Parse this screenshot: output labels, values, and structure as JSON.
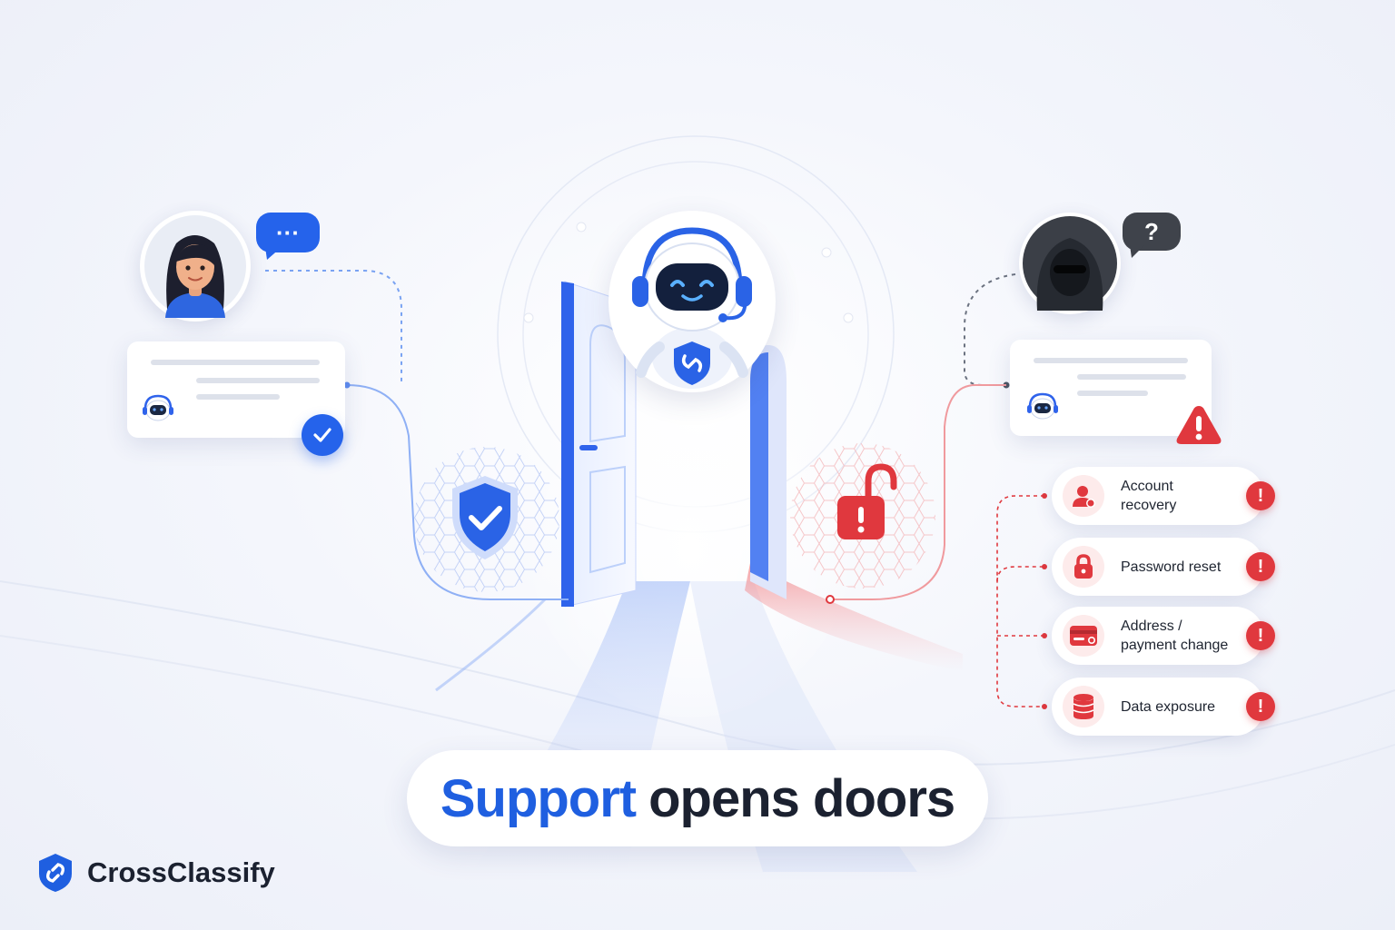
{
  "colors": {
    "accent": "#1f5fe0",
    "danger": "#e0383e",
    "text": "#1b2130"
  },
  "left_user": {
    "avatar_icon": "woman-avatar-icon",
    "bubble_text": "···",
    "badge_icon": "check-icon"
  },
  "right_user": {
    "avatar_icon": "hooded-attacker-icon",
    "bubble_text": "?",
    "badge_icon": "warning-icon"
  },
  "center": {
    "icon": "support-robot-icon",
    "door_icon": "open-door-icon"
  },
  "risks": [
    {
      "label": "Account\nrecovery",
      "icon": "user-icon",
      "alert": "!"
    },
    {
      "label": "Password reset",
      "icon": "lock-icon",
      "alert": "!"
    },
    {
      "label": "Address /\npayment change",
      "icon": "credit-card-icon",
      "alert": "!"
    },
    {
      "label": "Data exposure",
      "icon": "database-icon",
      "alert": "!"
    }
  ],
  "headline": {
    "accent": "Support",
    "rest": "opens doors"
  },
  "brand": {
    "name": "CrossClassify",
    "icon": "crossclassify-logo-icon"
  }
}
